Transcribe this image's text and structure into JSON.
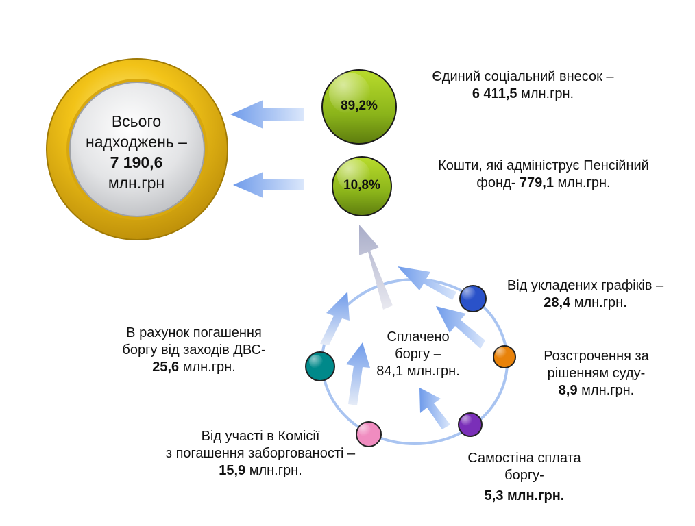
{
  "total": {
    "line1": "Всього",
    "line2": "надходжень –",
    "amount": "7 190,6",
    "unit": "млн.грн"
  },
  "sources": [
    {
      "percent": "89,2%",
      "label_line1": "Єдиний соціальний внесок –",
      "amount": "6 411,5",
      "unit": "млн.грн.",
      "color": "#8fbe1a"
    },
    {
      "percent": "10,8%",
      "label_line1": "Кошти, які адмініструє Пенсійний",
      "label_line2_prefix": "фонд-",
      "amount": "779,1",
      "unit": "млн.грн.",
      "color": "#8fbe1a"
    }
  ],
  "debt": {
    "line1": "Сплачено",
    "line2": "боргу –",
    "line3": "84,1 млн.грн."
  },
  "components": {
    "schedules": {
      "line1": "Від укладених графіків –",
      "amount": "28,4",
      "unit": "млн.грн.",
      "color": "#2a52c9"
    },
    "installments": {
      "line1": "Розстрочення за",
      "line2": "рішенням  суду-",
      "amount": "8,9",
      "unit": "млн.грн.",
      "color": "#e8820a"
    },
    "self_payment": {
      "line1": "Самостіна сплата",
      "line2": "боргу-",
      "amount": "5,3",
      "unit": "млн.грн.",
      "color": "#7a2fb8"
    },
    "commission": {
      "line1": "Від участі в Комісії",
      "line2": "з погашення заборгованості –",
      "amount": "15,9",
      "unit": "млн.грн.",
      "color": "#f08cc0"
    },
    "dvs": {
      "line1": "В рахунок погашення",
      "line2": "боргу від заходів ДВС-",
      "amount": "25,6",
      "unit": "млн.грн.",
      "color": "#00898a"
    }
  }
}
